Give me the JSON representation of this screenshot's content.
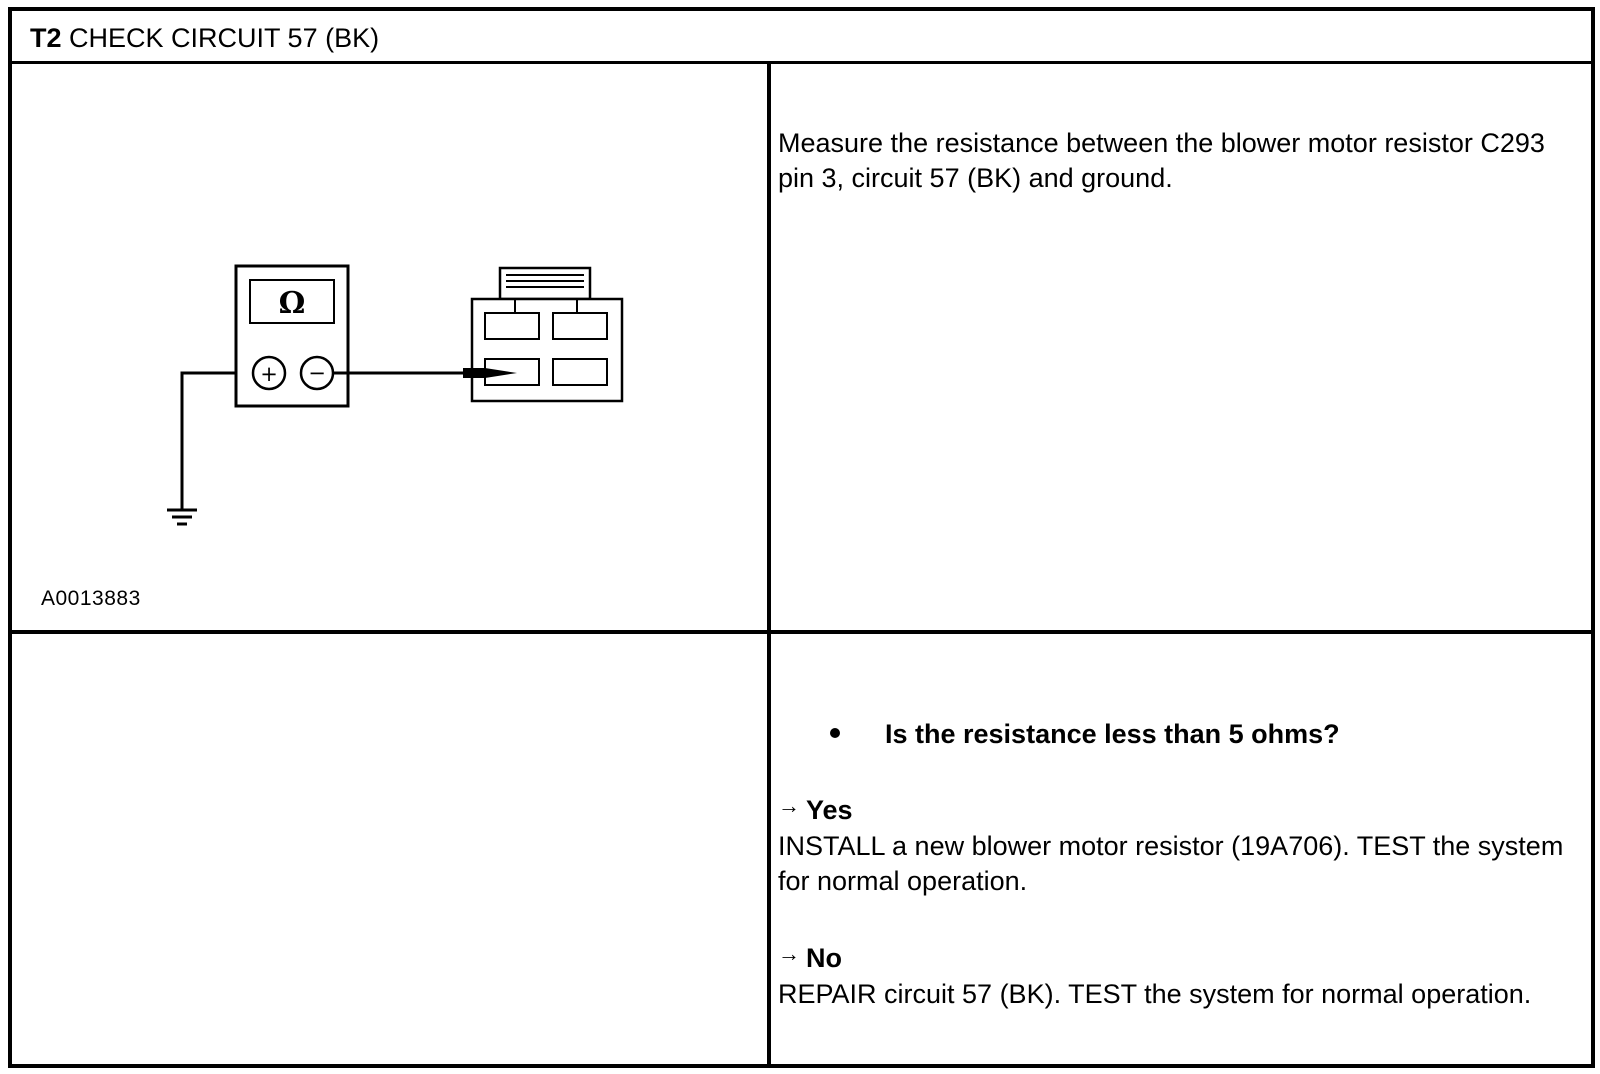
{
  "header": {
    "step": "T2",
    "title": "CHECK CIRCUIT 57 (BK)"
  },
  "figure": {
    "id": "A0013883",
    "meter_symbol": "Ω",
    "plus": "+",
    "minus": "−"
  },
  "instruction": "Measure the resistance between the blower motor resistor C293 pin 3, circuit 57 (BK) and ground.",
  "question": "Is the resistance less than 5 ohms?",
  "answers": [
    {
      "arrow": "→",
      "label": "Yes",
      "text": "INSTALL a new blower motor resistor (19A706). TEST the system for normal operation."
    },
    {
      "arrow": "→",
      "label": "No",
      "text": "REPAIR circuit 57 (BK). TEST the system for normal operation."
    }
  ]
}
